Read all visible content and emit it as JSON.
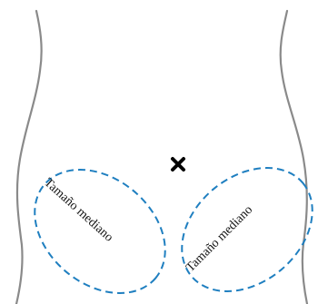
{
  "diagram": {
    "zones": [
      {
        "id": "left",
        "label": "Tamaño mediano"
      },
      {
        "id": "right",
        "label": "Tamaño mediano"
      }
    ],
    "center_marker": {
      "icon": "x-mark-icon"
    },
    "colors": {
      "outline": "#8a8a8a",
      "zone_border": "#1f7fc0",
      "marker": "#000000",
      "text": "#111111"
    }
  }
}
